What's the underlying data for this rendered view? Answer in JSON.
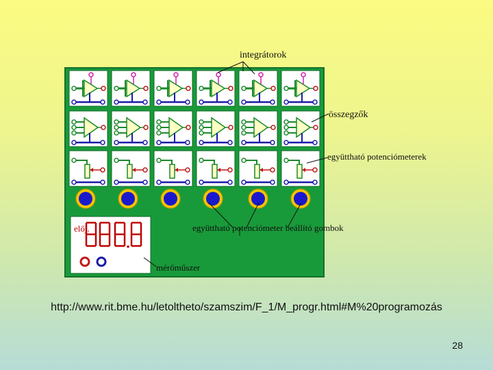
{
  "labels": {
    "integrators": "integrátorok",
    "summers": "összegzők",
    "coef_pots": "együttható  potenciómeterek",
    "pot_knobs": "együttható  potenciómeter beállító gombok",
    "meter": "mérőműszer",
    "meter_sign": "előj."
  },
  "footer": {
    "url": "http://www.rit.bme.hu/letoltheto/szamszim/F_1/M_progr.html#M%20programozás",
    "page": "28"
  },
  "colors": {
    "panel": "#199a3a",
    "panel_border": "#14702c",
    "cell": "#ffffff",
    "wire_green": "#1c8a2a",
    "wire_blue": "#1a1aa8",
    "wire_red": "#c01818",
    "terminal_magenta": "#cc22aa",
    "amp_fill": "#ffffc4",
    "knob_ring": "#f5c400",
    "knob_fill": "#1a1acc",
    "digit": "#c00000",
    "callout": "#111111"
  },
  "grid": {
    "columns": 6,
    "rows": [
      "integrator",
      "summer",
      "potentiometer"
    ]
  }
}
